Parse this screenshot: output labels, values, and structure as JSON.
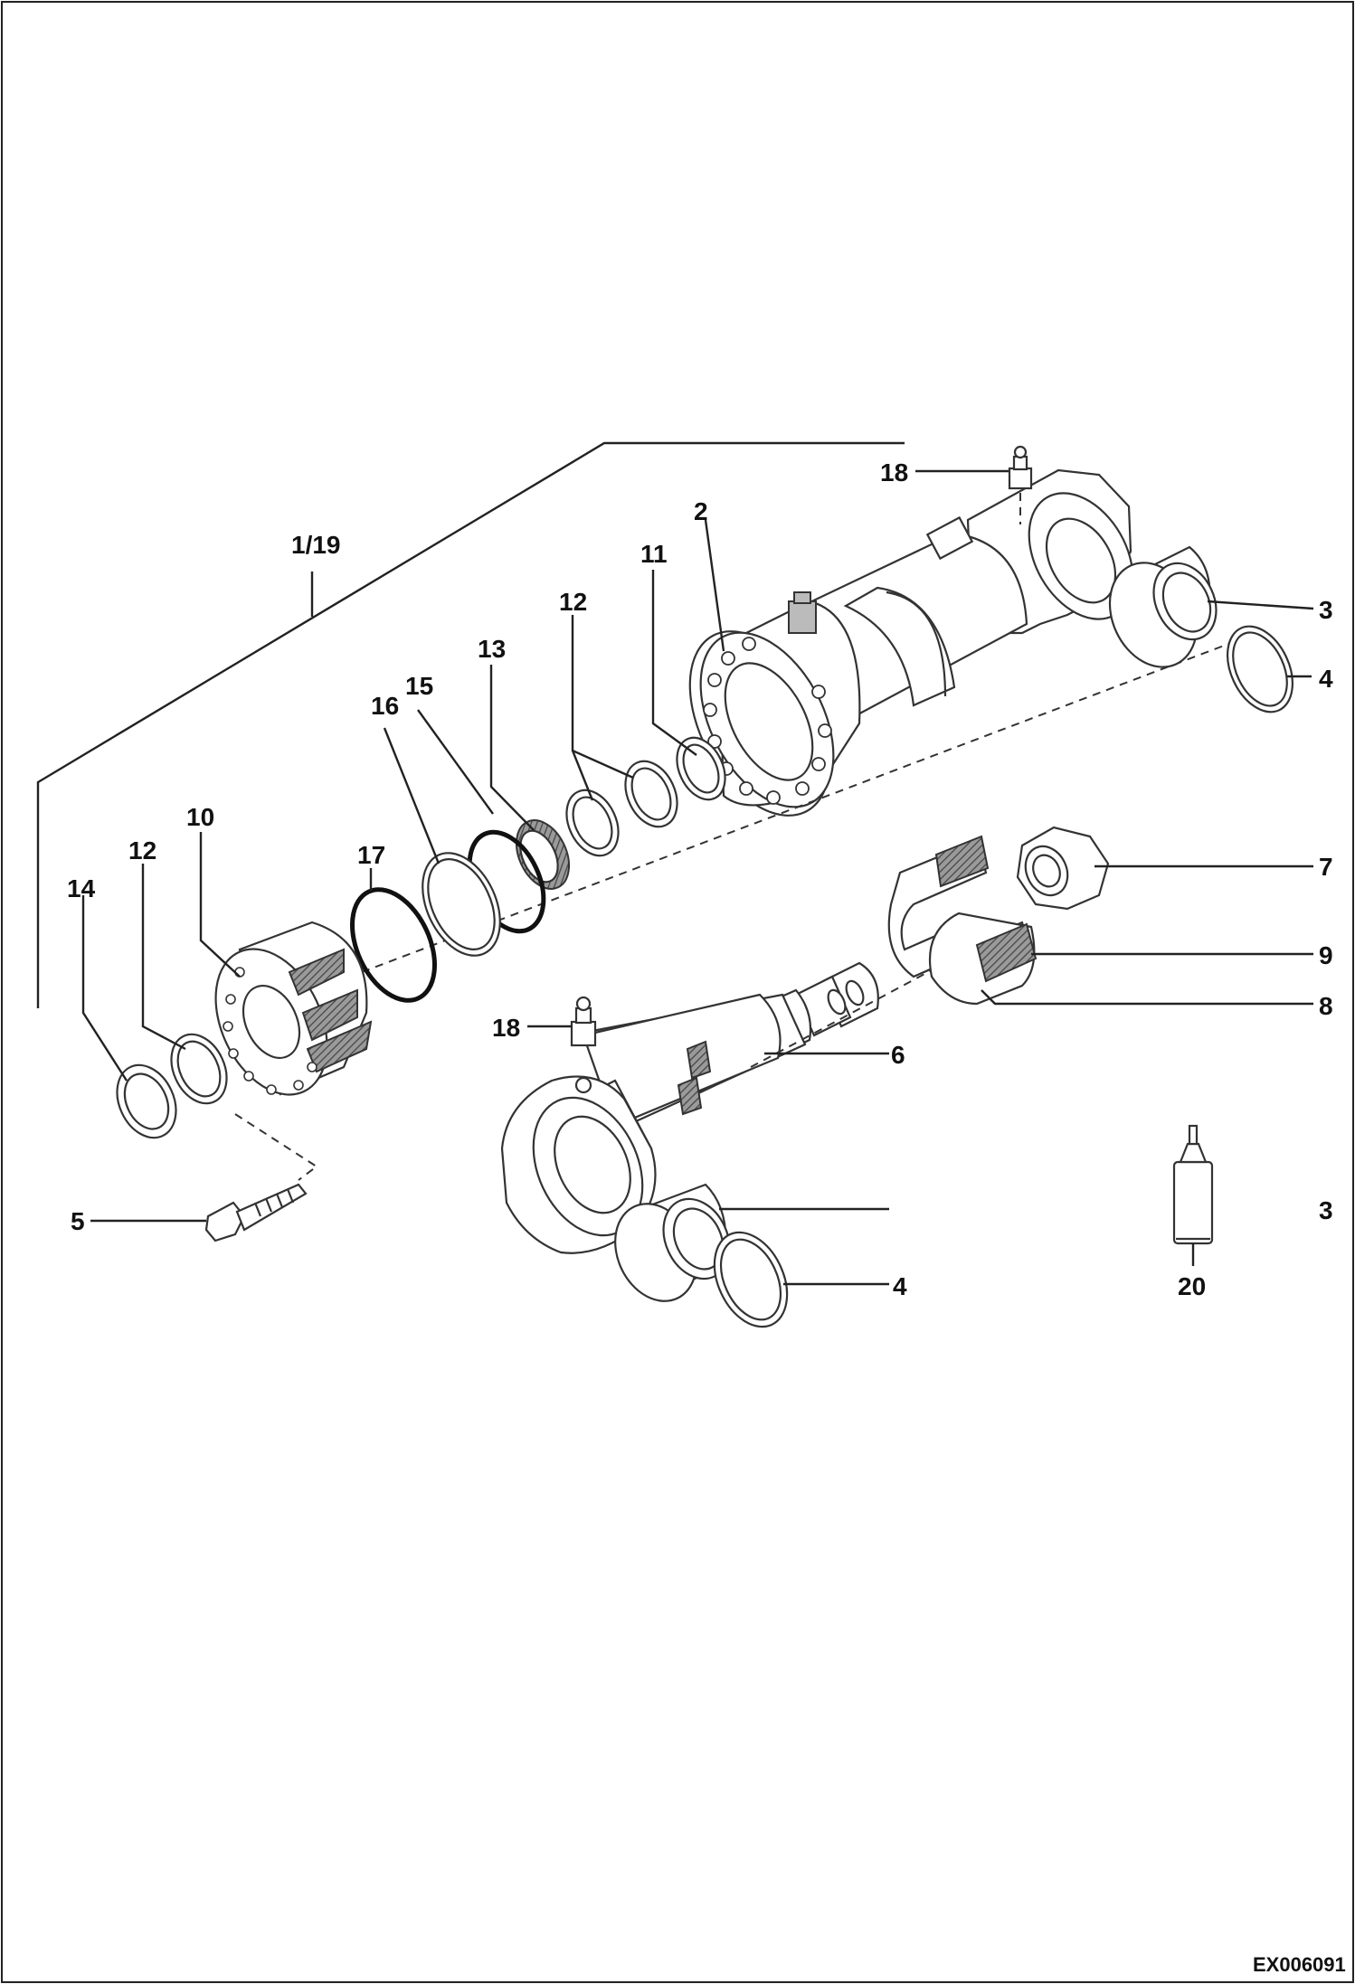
{
  "labels": {
    "p1_19": "1/19",
    "p2": "2",
    "p3_top": "3",
    "p3_bottom": "3",
    "p4_top": "4",
    "p4_bottom": "4",
    "p5": "5",
    "p6": "6",
    "p7": "7",
    "p8": "8",
    "p9": "9",
    "p10": "10",
    "p11": "11",
    "p12_upper": "12",
    "p12_lower": "12",
    "p13": "13",
    "p14": "14",
    "p15": "15",
    "p16": "16",
    "p17": "17",
    "p18_top": "18",
    "p18_mid": "18",
    "p20": "20"
  },
  "drawing_code": "EX006091"
}
